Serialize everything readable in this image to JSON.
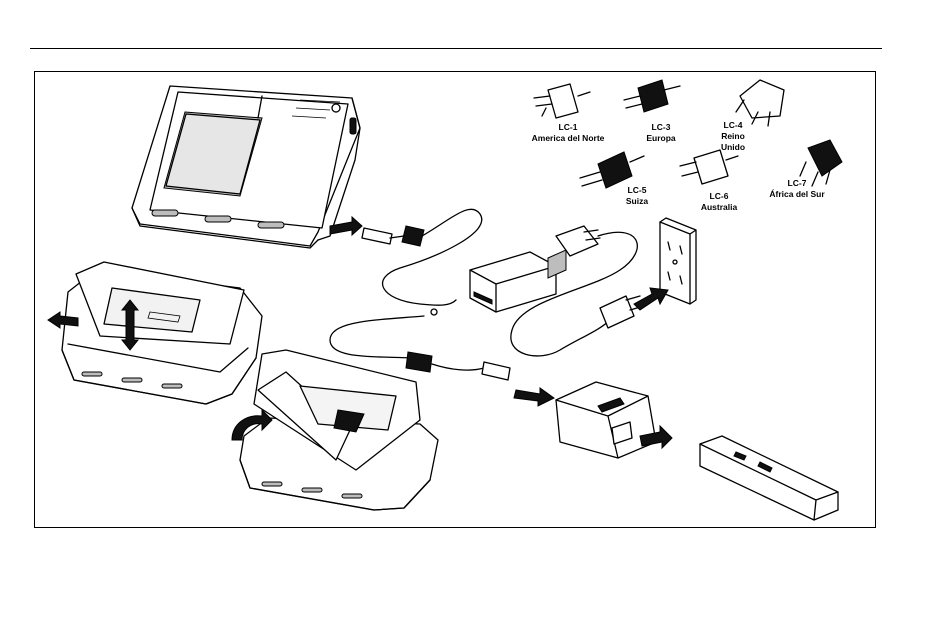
{
  "figure": {
    "plugs": [
      {
        "code": "LC-1",
        "region": "America del Norte"
      },
      {
        "code": "LC-3",
        "region": "Europa"
      },
      {
        "code": "LC-4",
        "region": "Reino Unido"
      },
      {
        "code": "LC-5",
        "region": "Suiza"
      },
      {
        "code": "LC-6",
        "region": "Australia"
      },
      {
        "code": "LC-7",
        "region": "África del Sur"
      }
    ]
  }
}
